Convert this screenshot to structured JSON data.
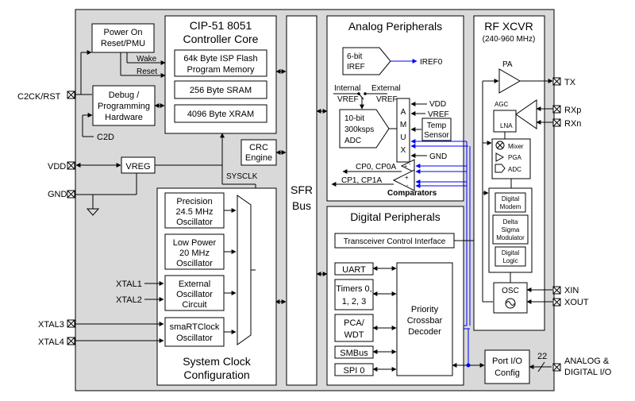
{
  "core": {
    "title_line1": "CIP-51 8051",
    "title_line2": "Controller Core",
    "flash_line1": "64k Byte ISP Flash",
    "flash_line2": "Program Memory",
    "sram": "256 Byte SRAM",
    "xram": "4096 Byte XRAM"
  },
  "power": {
    "line1": "Power On",
    "line2": "Reset/PMU",
    "wake": "Wake",
    "reset": "Reset"
  },
  "debug": {
    "line1": "Debug /",
    "line2": "Programming",
    "line3": "Hardware"
  },
  "pins": {
    "c2ck": "C2CK/RST",
    "c2d": "C2D",
    "vdd": "VDD",
    "gnd": "GND",
    "xtal1": "XTAL1",
    "xtal2": "XTAL2",
    "xtal3": "XTAL3",
    "xtal4": "XTAL4",
    "tx": "TX",
    "rxp": "RXp",
    "rxn": "RXn",
    "xin": "XIN",
    "xout": "XOUT",
    "analog_digital_line1": "ANALOG &",
    "analog_digital_line2": "DIGITAL I/O"
  },
  "vreg": "VREG",
  "crc": {
    "line1": "CRC",
    "line2": "Engine"
  },
  "sysclk": "SYSCLK",
  "sfr": {
    "line1": "SFR",
    "line2": "Bus"
  },
  "clock": {
    "precision_line1": "Precision",
    "precision_line2": "24.5 MHz",
    "precision_line3": "Oscillator",
    "lowpower_line1": "Low Power",
    "lowpower_line2": "20 MHz",
    "lowpower_line3": "Oscillator",
    "external_line1": "External",
    "external_line2": "Oscillator",
    "external_line3": "Circuit",
    "smart_line1": "smaRTClock",
    "smart_line2": "Oscillator",
    "title_line1": "System Clock",
    "title_line2": "Configuration"
  },
  "analog": {
    "title": "Analog Peripherals",
    "iref_line1": "6-bit",
    "iref_line2": "IREF",
    "iref0": "IREF0",
    "internal_line1": "Internal",
    "internal_line2": "VREF",
    "external_line1": "External",
    "external_line2": "VREF",
    "adc_line1": "10-bit",
    "adc_line2": "300ksps",
    "adc_line3": "ADC",
    "amux": [
      "A",
      "M",
      "U",
      "X"
    ],
    "vdd": "VDD",
    "vref": "VREF",
    "temp_line1": "Temp",
    "temp_line2": "Sensor",
    "gnd": "GND",
    "cp0": "CP0, CP0A",
    "cp1": "CP1, CP1A",
    "comparators": "Comparators",
    "plus": "+",
    "minus": "-"
  },
  "digital": {
    "title": "Digital Peripherals",
    "transceiver": "Transceiver Control Interface",
    "uart": "UART",
    "timers_line1": "Timers 0,",
    "timers_line2": "1, 2, 3",
    "pca_line1": "PCA/",
    "pca_line2": "WDT",
    "smbus": "SMBus",
    "spi": "SPI 0",
    "crossbar_line1": "Priority",
    "crossbar_line2": "Crossbar",
    "crossbar_line3": "Decoder"
  },
  "port_io": {
    "line1": "Port I/O",
    "line2": "Config",
    "count": "22"
  },
  "rf": {
    "title": "RF XCVR",
    "range": "(240-960 MHz)",
    "pa": "PA",
    "agc": "AGC",
    "lna": "LNA",
    "mixer": "Mixer",
    "pga": "PGA",
    "adc": "ADC",
    "modem_line1": "Digital",
    "modem_line2": "Modem",
    "delta_line1": "Delta",
    "delta_line2": "Sigma",
    "delta_line3": "Modulator",
    "logic_line1": "Digital",
    "logic_line2": "Logic",
    "osc": "OSC"
  },
  "colors": {
    "chip_bg": "#d9d9d9",
    "block_bg": "#ffffff",
    "signal_blue": "#0000ff",
    "line": "#000000"
  }
}
